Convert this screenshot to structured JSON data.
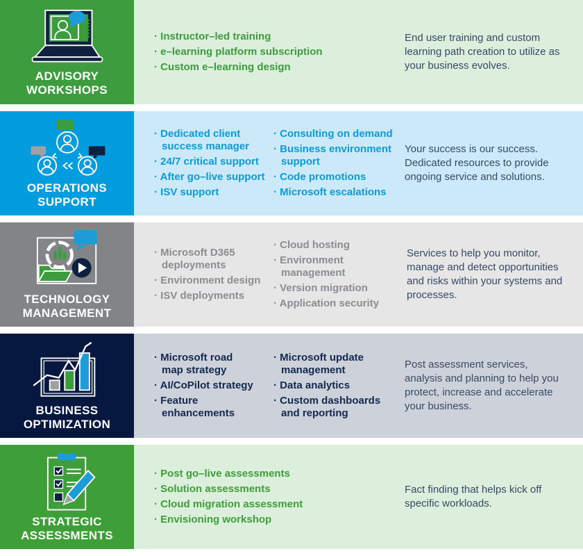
{
  "rows": [
    {
      "id": "advisory-workshops",
      "title_lines": [
        "ADVISORY",
        "WORKSHOPS"
      ],
      "icon": "laptop-video-training-icon",
      "colors": {
        "sidebar_bg": "#3D9C3D",
        "content_bg": "#DCEEDC",
        "bullet_color": "#3D9C3D"
      },
      "bullets_col1": [
        "Instructor–led training",
        "e–learning platform subscription",
        "Custom e–learning design"
      ],
      "description": "End user training and custom learning path creation to utilize as your business evolves."
    },
    {
      "id": "operations-support",
      "title_lines": [
        "OPERATIONS",
        "SUPPORT"
      ],
      "icon": "people-conversation-icon",
      "colors": {
        "sidebar_bg": "#009CDE",
        "content_bg": "#CBE9F8",
        "bullet_color": "#0A9BDC"
      },
      "bullets_col1": [
        "Dedicated client success manager",
        "24/7 critical support",
        "After go–live support",
        "ISV support"
      ],
      "bullets_col2": [
        "Consulting on demand",
        "Business environment support",
        "Code promotions",
        "Microsoft escalations"
      ],
      "description": "Your success is our success. Dedicated resources to provide ongoing service and solutions."
    },
    {
      "id": "technology-management",
      "title_lines": [
        "TECHNOLOGY",
        "MANAGEMENT"
      ],
      "icon": "system-monitoring-icon",
      "colors": {
        "sidebar_bg": "#828487",
        "content_bg": "#E6E6E6",
        "bullet_color": "#8A8C8F"
      },
      "bullets_col1": [
        "Microsoft D365 deployments",
        "Environment design",
        "ISV deployments"
      ],
      "bullets_col2": [
        "Cloud hosting",
        "Environment management",
        "Version migration",
        "Application security"
      ],
      "description": "Services to help you monitor, manage and detect opportunities and risks within your systems and processes."
    },
    {
      "id": "business-optimization",
      "title_lines": [
        "BUSINESS",
        "OPTIMIZATION"
      ],
      "icon": "growth-chart-icon",
      "colors": {
        "sidebar_bg": "#071840",
        "content_bg": "#CDD2DA",
        "bullet_color": "#13284E"
      },
      "bullets_col1": [
        "Microsoft road map strategy",
        "AI/CoPilot strategy",
        "Feature enhancements"
      ],
      "bullets_col2": [
        "Microsoft update management",
        "Data analytics",
        "Custom dashboards and reporting"
      ],
      "description": "Post assessment services, analysis and planning to help you protect, increase and accelerate your business."
    },
    {
      "id": "strategic-assessments",
      "title_lines": [
        "STRATEGIC",
        "ASSESSMENTS"
      ],
      "icon": "checklist-clipboard-icon",
      "colors": {
        "sidebar_bg": "#3E9E37",
        "content_bg": "#DCEEDC",
        "bullet_color": "#3E9E37"
      },
      "bullets_col1": [
        "Post go–live assessments",
        "Solution assessments",
        "Cloud migration assessment",
        "Envisioning workshop"
      ],
      "description": "Fact finding that helps kick off specific workloads."
    }
  ],
  "text_colors": {
    "description_color": "#374A62"
  }
}
